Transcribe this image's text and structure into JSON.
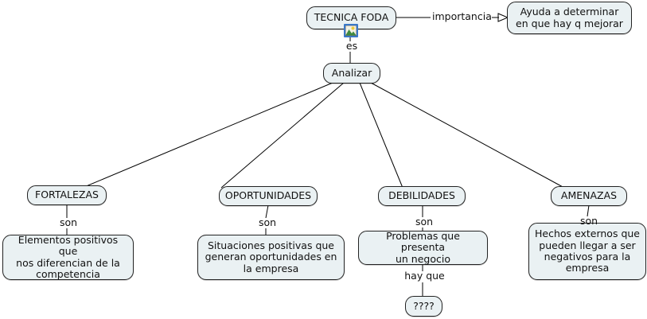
{
  "map": {
    "title": "TECNICA FODA",
    "background": "#ffffff",
    "node_fill": "#eaf1f3",
    "node_stroke": "#222222",
    "edge_color": "#000000",
    "selection_color": "#3a78c8"
  },
  "nodes": {
    "root": {
      "label": "TECNICA FODA"
    },
    "importance_target": {
      "label": "Ayuda a determinar\nen que hay q mejorar"
    },
    "analizar": {
      "label": "Analizar"
    },
    "fortalezas": {
      "label": "FORTALEZAS"
    },
    "oportunidades": {
      "label": "OPORTUNIDADES"
    },
    "debilidades": {
      "label": "DEBILIDADES"
    },
    "amenazas": {
      "label": "AMENAZAS"
    },
    "fortalezas_body": {
      "label": "Elementos positivos que\nnos diferencian de la\ncompetencia"
    },
    "oportunidades_body": {
      "label": "Situaciones positivas que\ngeneran oportunidades en\nla empresa"
    },
    "debilidades_body": {
      "label": "Problemas que presenta\nun negocio"
    },
    "amenazas_body": {
      "label": "Hechos externos que\npueden llegar a ser\nnegativos para la\nempresa"
    },
    "unknown": {
      "label": "????"
    }
  },
  "link_labels": {
    "importancia": "importancia",
    "es": "es",
    "son_fortalezas": "son",
    "son_oportunidades": "son",
    "son_debilidades": "son",
    "son_amenazas": "son",
    "hay_que": "hay que"
  },
  "icons": {
    "root_image_resource": "image-icon"
  }
}
